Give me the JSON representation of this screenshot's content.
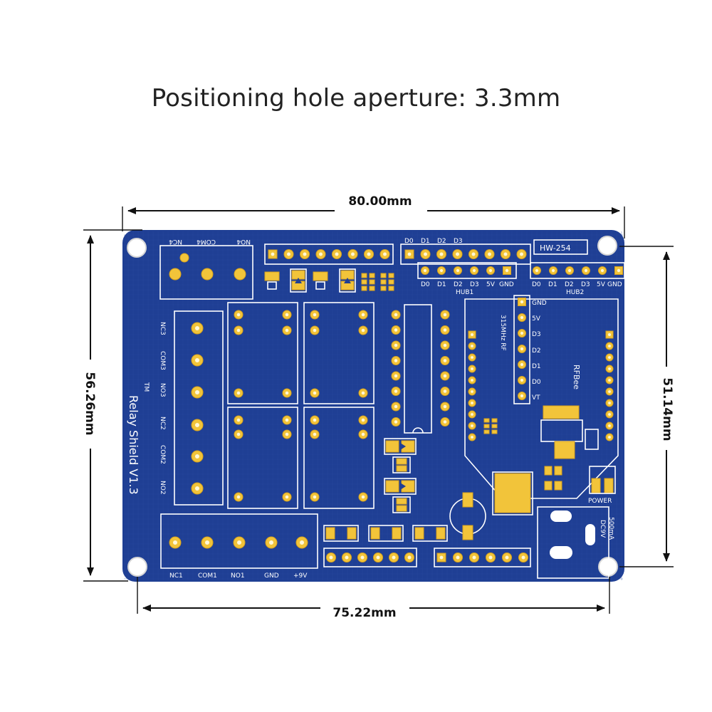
{
  "title": "Positioning hole aperture: 3.3mm",
  "dimensions": {
    "top_width": "80.00mm",
    "bottom_width": "75.22mm",
    "left_height": "56.26mm",
    "right_height": "51.14mm"
  },
  "board": {
    "model": "HW-254",
    "name_line1": "Relay Shield V1.3",
    "tm": "TM",
    "top_terminal_labels": [
      "NO4",
      "COM4",
      "NC4"
    ],
    "left_terminal_labels": [
      "NC3",
      "COM3",
      "NO3",
      "NC2",
      "COM2",
      "NO2"
    ],
    "bottom_terminal_labels": [
      "NC1",
      "COM1",
      "NO1",
      "GND",
      "+9V"
    ],
    "hub_top_labels": [
      "D0",
      "D1",
      "D2",
      "D3"
    ],
    "hub1_labels": [
      "D0",
      "D1",
      "D2",
      "D3",
      "5V",
      "GND"
    ],
    "hub1_name": "HUB1",
    "hub2_labels": [
      "D0",
      "D1",
      "D2",
      "D3",
      "5V",
      "GND"
    ],
    "hub2_name": "HUB2",
    "rf_labels": [
      "GND",
      "5V",
      "D3",
      "D2",
      "D1",
      "D0",
      "VT"
    ],
    "rf_name": "315MHz RF",
    "rfbee": "RFBee",
    "power": "POWER",
    "dc_line1": "DC9V",
    "dc_line2": "500mA"
  },
  "colors": {
    "board": "#1f3f94",
    "pad": "#f2c43a",
    "silkscreen": "#ffffff"
  }
}
